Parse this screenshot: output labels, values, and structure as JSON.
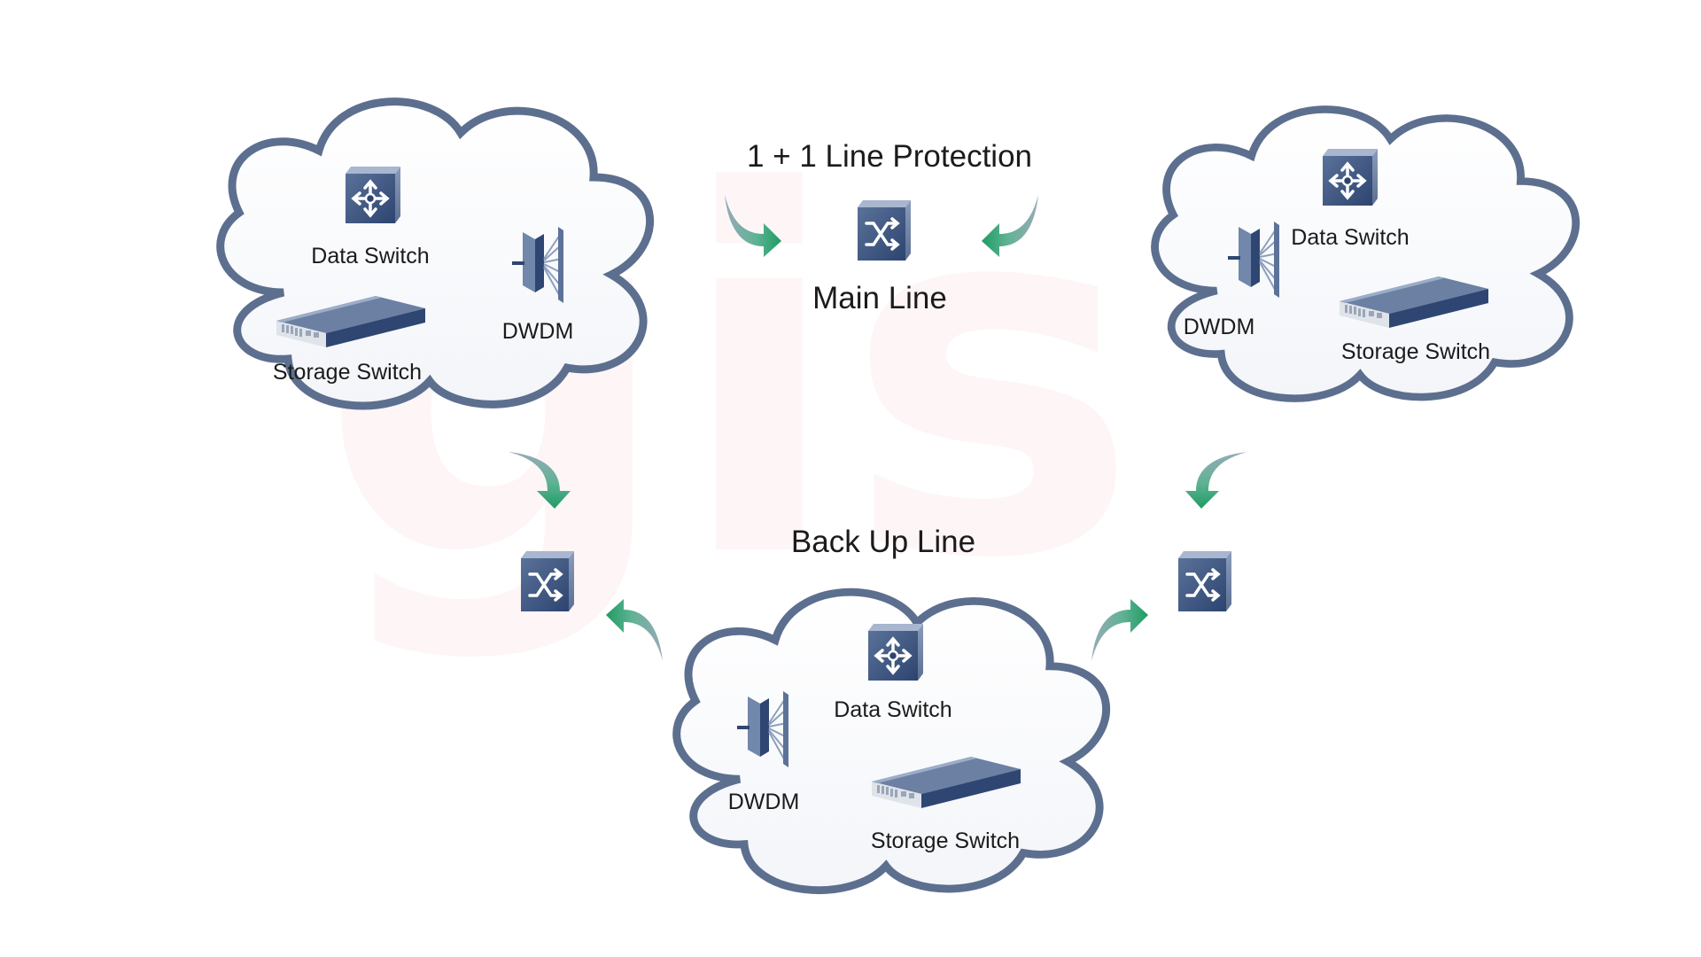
{
  "title": "1 + 1 Line Protection",
  "watermark": "gis",
  "lines": {
    "main": "Main Line",
    "backup": "Back Up Line"
  },
  "sites": [
    {
      "position": "top-left",
      "data_switch": "Data Switch",
      "storage_switch": "Storage Switch",
      "dwdm": "DWDM"
    },
    {
      "position": "top-right",
      "data_switch": "Data Switch",
      "storage_switch": "Storage Switch",
      "dwdm": "DWDM"
    },
    {
      "position": "bottom",
      "data_switch": "Data Switch",
      "storage_switch": "Storage Switch",
      "dwdm": "DWDM"
    }
  ],
  "colors": {
    "cloud_outline": "#5d6f8f",
    "device_blue": "#3d5680",
    "arrow_green": "#23a36a",
    "arrow_grey": "#8fa7b8",
    "watermark": "#e8142a"
  },
  "icons": [
    "data-switch-icon",
    "storage-switch-icon",
    "dwdm-icon",
    "optical-switch-icon",
    "curved-arrow-icon"
  ]
}
